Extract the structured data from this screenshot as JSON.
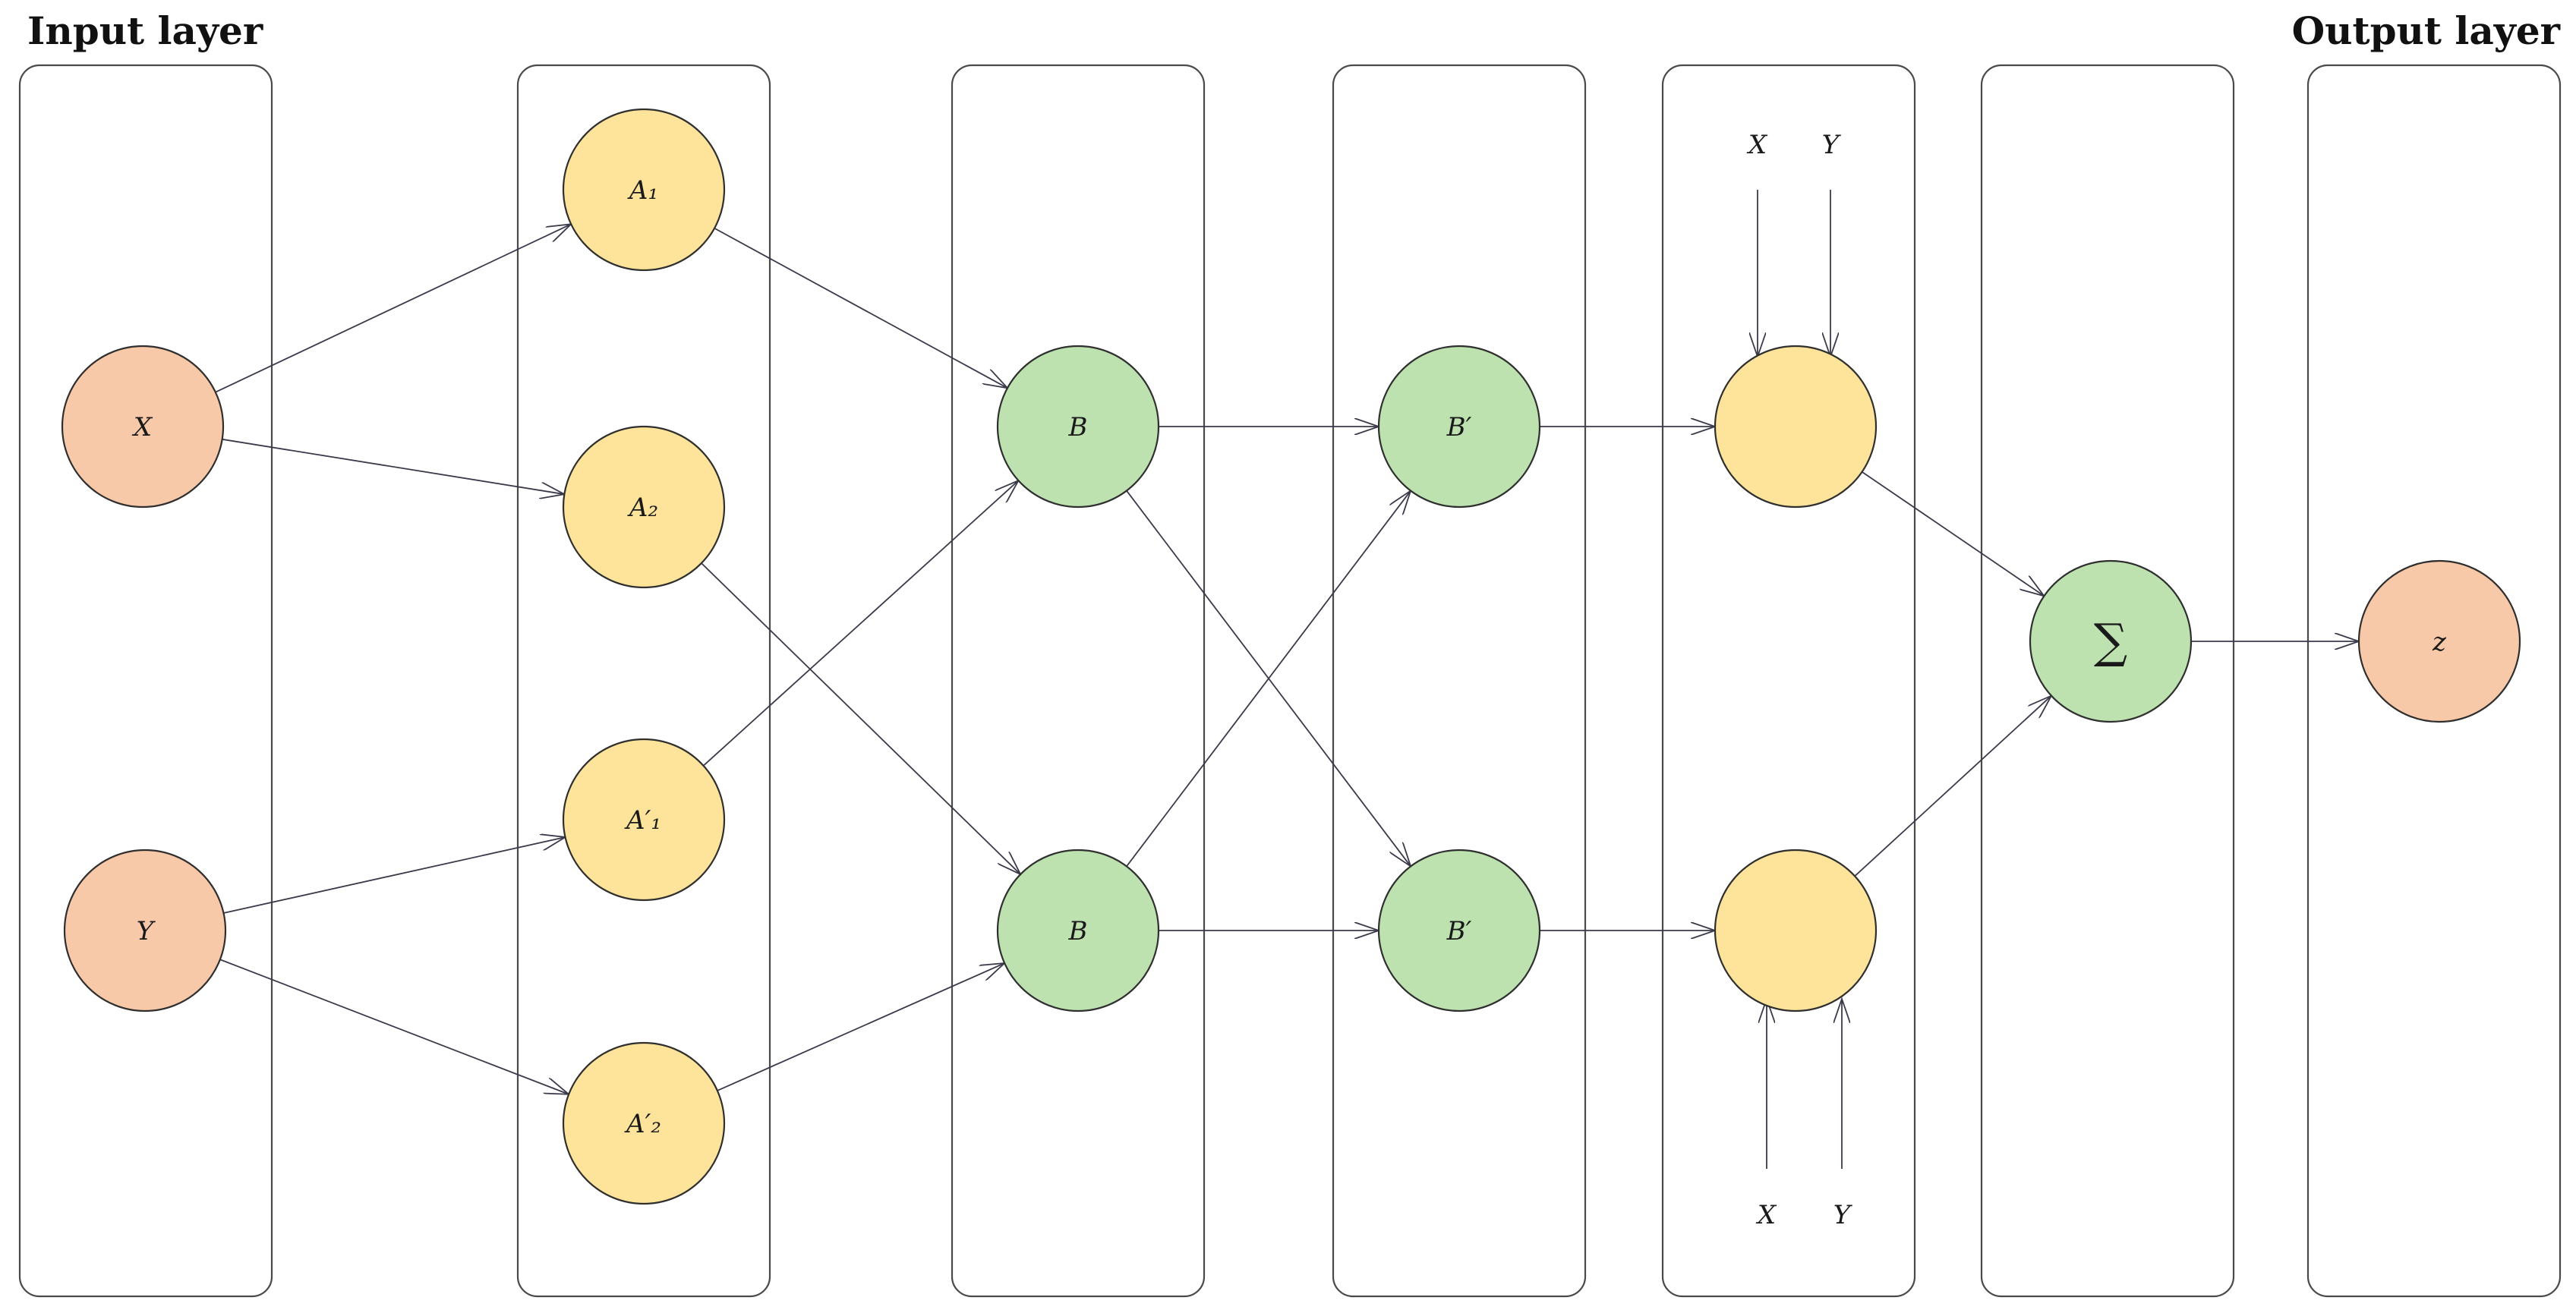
{
  "headings": {
    "input": "Input layer",
    "output": "Output layer"
  },
  "nodes": {
    "x": {
      "label": "X",
      "color": "#f8c9a8"
    },
    "y": {
      "label": "Y",
      "color": "#f8c9a8"
    },
    "a1": {
      "label": "A₁",
      "color": "#fde49a"
    },
    "a2": {
      "label": "A₂",
      "color": "#fde49a"
    },
    "ap1": {
      "label": "A′₁",
      "color": "#fde49a"
    },
    "ap2": {
      "label": "A′₂",
      "color": "#fde49a"
    },
    "b1": {
      "label": "B",
      "color": "#bde2b0"
    },
    "b2": {
      "label": "B",
      "color": "#bde2b0"
    },
    "bp1": {
      "label": "B′",
      "color": "#bde2b0"
    },
    "bp2": {
      "label": "B′",
      "color": "#bde2b0"
    },
    "r1": {
      "label": "",
      "color": "#fde49a"
    },
    "r2": {
      "label": "",
      "color": "#fde49a"
    },
    "sum": {
      "label": "∑",
      "color": "#bde2b0"
    },
    "z": {
      "label": "z",
      "color": "#f8c9a8"
    }
  },
  "external_inputs": {
    "top_x": "X",
    "top_y": "Y",
    "bottom_x": "X",
    "bottom_y": "Y"
  },
  "connections": [
    [
      "x",
      "a1"
    ],
    [
      "x",
      "a2"
    ],
    [
      "y",
      "ap1"
    ],
    [
      "y",
      "ap2"
    ],
    [
      "a1",
      "b1"
    ],
    [
      "ap1",
      "b1"
    ],
    [
      "a2",
      "b2"
    ],
    [
      "ap2",
      "b2"
    ],
    [
      "b1",
      "bp1"
    ],
    [
      "b1",
      "bp2"
    ],
    [
      "b2",
      "bp1"
    ],
    [
      "b2",
      "bp2"
    ],
    [
      "bp1",
      "r1"
    ],
    [
      "bp2",
      "r2"
    ],
    [
      "r1",
      "sum"
    ],
    [
      "r2",
      "sum"
    ],
    [
      "sum",
      "z"
    ],
    [
      "top_x",
      "r1"
    ],
    [
      "top_y",
      "r1"
    ],
    [
      "bottom_x",
      "r2"
    ],
    [
      "bottom_y",
      "r2"
    ]
  ]
}
